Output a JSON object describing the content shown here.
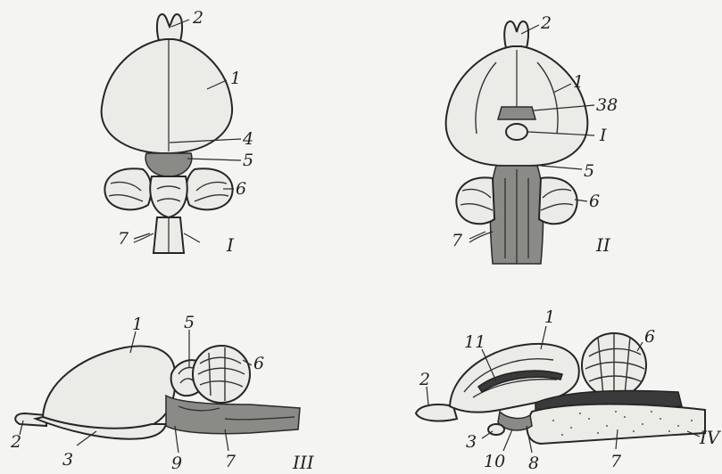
{
  "figure": {
    "panels": [
      {
        "id": "I",
        "roman_label": "I",
        "labels": [
          "2",
          "1",
          "4",
          "5",
          "6",
          "7"
        ]
      },
      {
        "id": "II",
        "roman_label": "II",
        "labels": [
          "2",
          "1",
          "38",
          "I",
          "5",
          "6",
          "7"
        ]
      },
      {
        "id": "III",
        "roman_label": "III",
        "labels": [
          "1",
          "5",
          "6",
          "2",
          "3",
          "9",
          "7"
        ]
      },
      {
        "id": "IV",
        "roman_label": "IV",
        "labels": [
          "1",
          "6",
          "11",
          "2",
          "3",
          "10",
          "8",
          "7"
        ]
      }
    ]
  }
}
